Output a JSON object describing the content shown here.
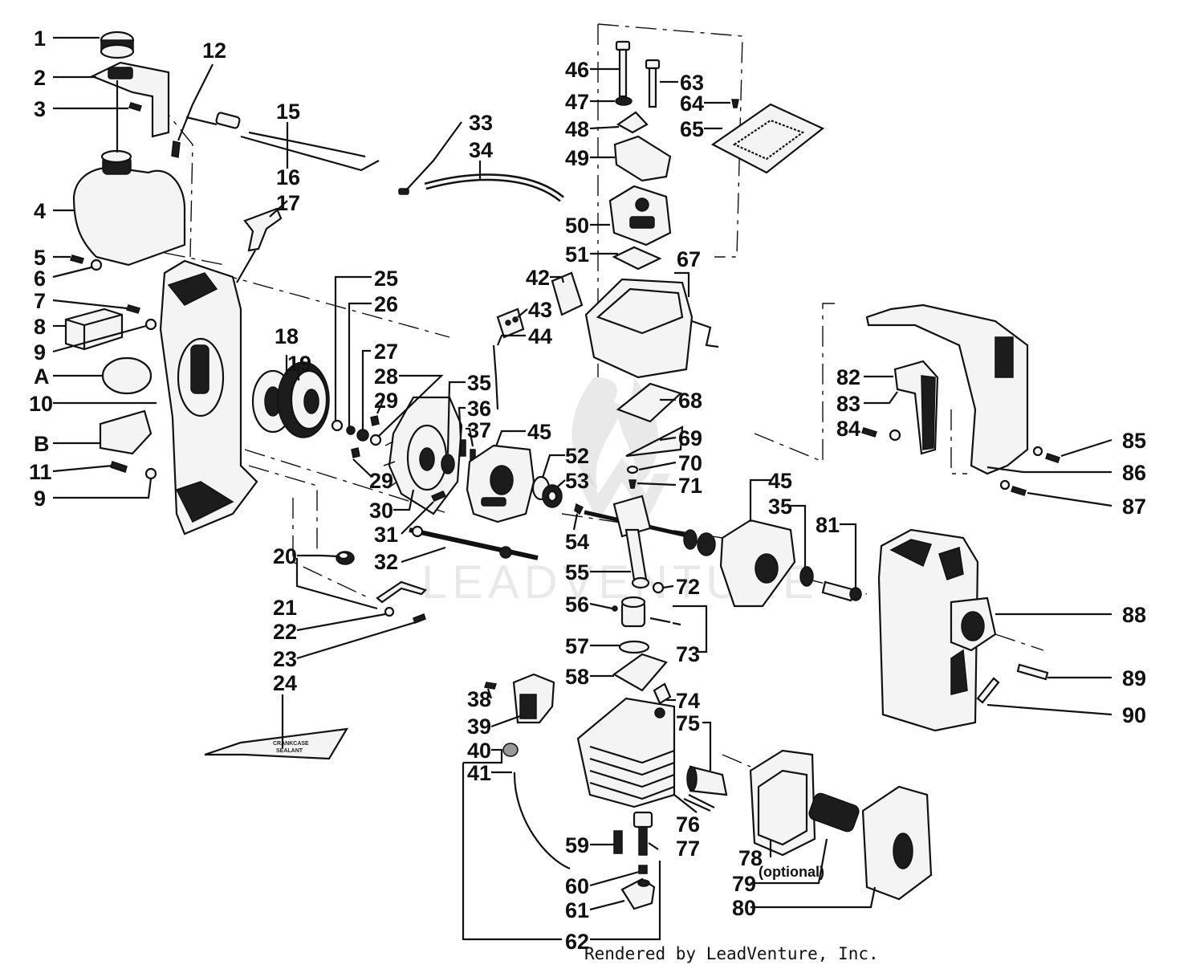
{
  "labels": {
    "p1": "1",
    "p2": "2",
    "p3": "3",
    "p4": "4",
    "p5": "5",
    "p6": "6",
    "p7": "7",
    "p8": "8",
    "p9a": "9",
    "p9b": "9",
    "pA": "A",
    "p10": "10",
    "pB": "B",
    "p11": "11",
    "p12": "12",
    "p15": "15",
    "p16": "16",
    "p17": "17",
    "p18": "18",
    "p19": "19",
    "p20": "20",
    "p21": "21",
    "p22": "22",
    "p23": "23",
    "p24": "24",
    "p25": "25",
    "p26": "26",
    "p27": "27",
    "p28": "28",
    "p29a": "29",
    "p29b": "29",
    "p30": "30",
    "p31": "31",
    "p32": "32",
    "p33": "33",
    "p34": "34",
    "p35a": "35",
    "p35b": "35",
    "p36": "36",
    "p37": "37",
    "p38": "38",
    "p39": "39",
    "p40": "40",
    "p41": "41",
    "p42": "42",
    "p43": "43",
    "p44": "44",
    "p45a": "45",
    "p45b": "45",
    "p46": "46",
    "p47": "47",
    "p48": "48",
    "p49": "49",
    "p50": "50",
    "p51": "51",
    "p52": "52",
    "p53": "53",
    "p54": "54",
    "p55": "55",
    "p56": "56",
    "p57": "57",
    "p58": "58",
    "p59": "59",
    "p60": "60",
    "p61": "61",
    "p62": "62",
    "p63": "63",
    "p64": "64",
    "p65": "65",
    "p67": "67",
    "p68": "68",
    "p69": "69",
    "p70": "70",
    "p71": "71",
    "p72": "72",
    "p73": "73",
    "p74": "74",
    "p75": "75",
    "p76": "76",
    "p77": "77",
    "p78": "78",
    "p79": "79",
    "p80": "80",
    "p81": "81",
    "p82": "82",
    "p83": "83",
    "p84": "84",
    "p85": "85",
    "p86": "86",
    "p87": "87",
    "p88": "88",
    "p89": "89",
    "p90": "90"
  },
  "optional_note": "(optional)",
  "sealant_text": {
    "line1": "CRANKCASE",
    "line2": "SEALANT"
  },
  "watermark": "LEADVENTURE",
  "footer": "Rendered by LeadVenture, Inc."
}
